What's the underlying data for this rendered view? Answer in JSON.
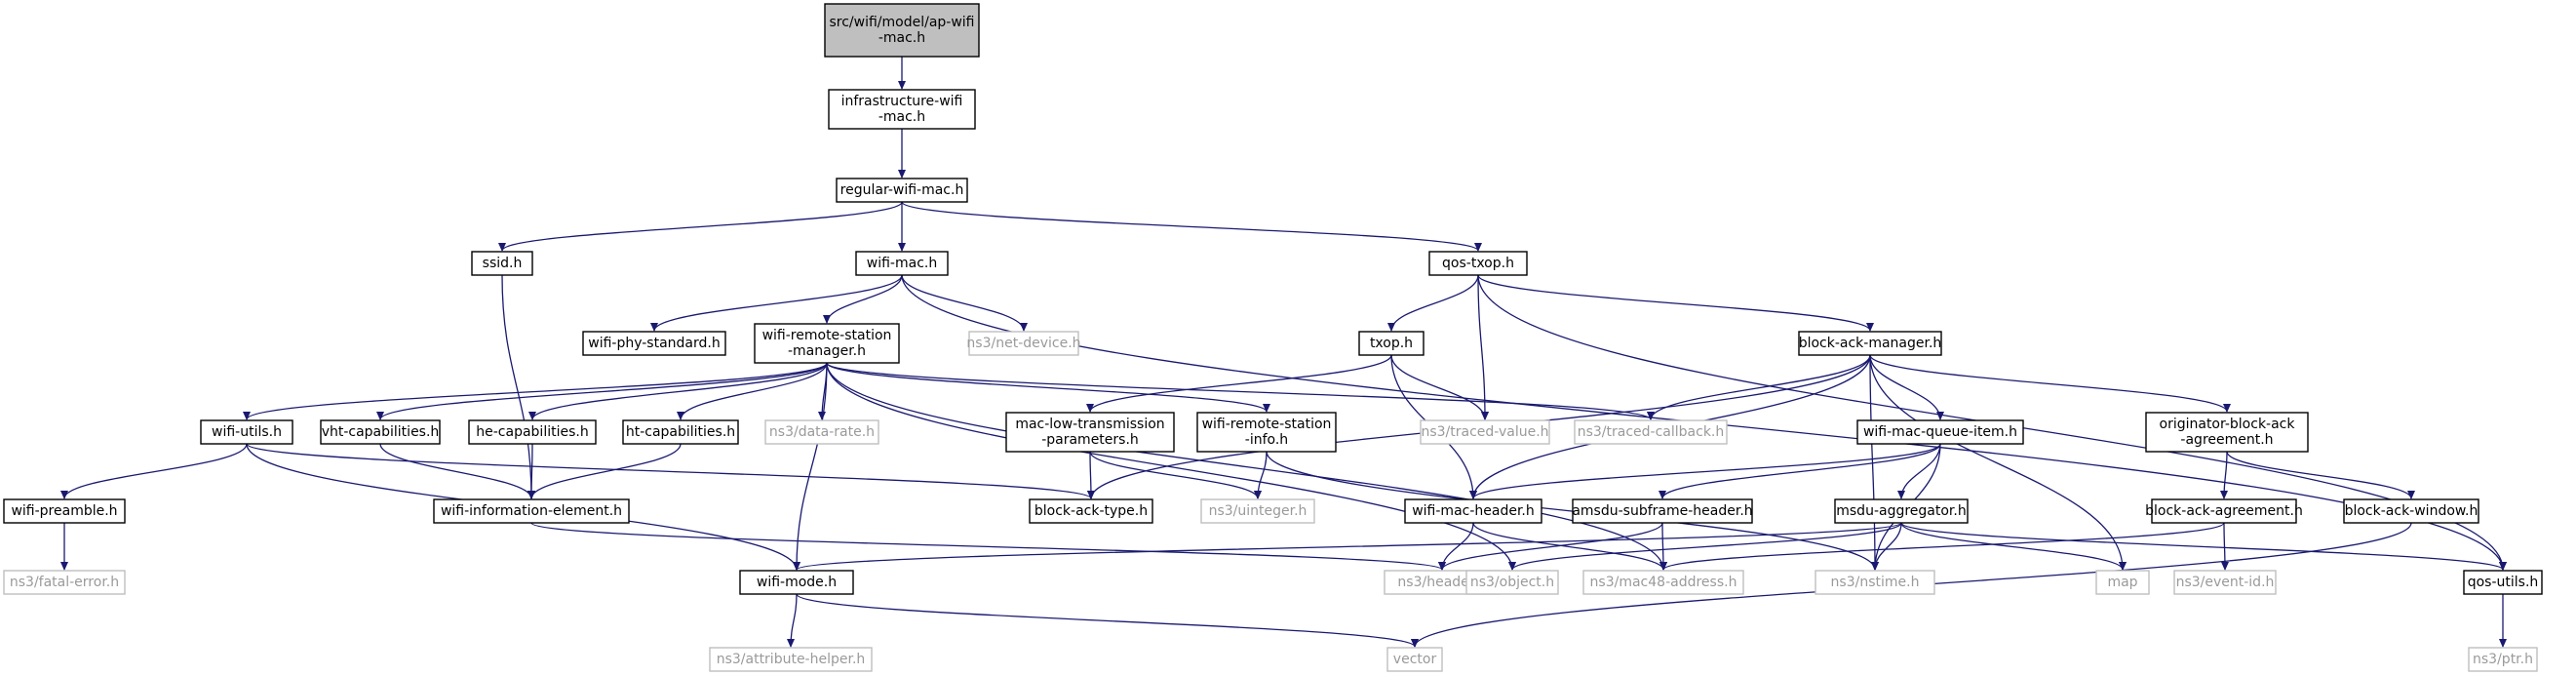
{
  "diagram": {
    "colors": {
      "edge": "#191970",
      "node_border": "#000000",
      "external_border": "#bfbfbf",
      "external_text": "#9a9a9a",
      "root_fill": "#bfbfbf",
      "text": "#000000"
    },
    "nodes": [
      {
        "id": "root",
        "lines": [
          "src/wifi/model/ap-wifi",
          "-mac.h"
        ],
        "kind": "root"
      },
      {
        "id": "infra",
        "lines": [
          "infrastructure-wifi",
          "-mac.h"
        ],
        "kind": "file"
      },
      {
        "id": "regular",
        "lines": [
          "regular-wifi-mac.h"
        ],
        "kind": "file"
      },
      {
        "id": "ssid",
        "lines": [
          "ssid.h"
        ],
        "kind": "file"
      },
      {
        "id": "wifimac",
        "lines": [
          "wifi-mac.h"
        ],
        "kind": "file"
      },
      {
        "id": "qostxop",
        "lines": [
          "qos-txop.h"
        ],
        "kind": "file"
      },
      {
        "id": "phystd",
        "lines": [
          "wifi-phy-standard.h"
        ],
        "kind": "file"
      },
      {
        "id": "remote",
        "lines": [
          "wifi-remote-station",
          "-manager.h"
        ],
        "kind": "file"
      },
      {
        "id": "netdev",
        "lines": [
          "ns3/net-device.h"
        ],
        "kind": "external"
      },
      {
        "id": "txop",
        "lines": [
          "txop.h"
        ],
        "kind": "file"
      },
      {
        "id": "bam",
        "lines": [
          "block-ack-manager.h"
        ],
        "kind": "file"
      },
      {
        "id": "utils",
        "lines": [
          "wifi-utils.h"
        ],
        "kind": "file"
      },
      {
        "id": "vht",
        "lines": [
          "vht-capabilities.h"
        ],
        "kind": "file"
      },
      {
        "id": "he",
        "lines": [
          "he-capabilities.h"
        ],
        "kind": "file"
      },
      {
        "id": "ht",
        "lines": [
          "ht-capabilities.h"
        ],
        "kind": "file"
      },
      {
        "id": "datarate",
        "lines": [
          "ns3/data-rate.h"
        ],
        "kind": "external"
      },
      {
        "id": "mlt",
        "lines": [
          "mac-low-transmission",
          "-parameters.h"
        ],
        "kind": "file"
      },
      {
        "id": "wrsi",
        "lines": [
          "wifi-remote-station",
          "-info.h"
        ],
        "kind": "file"
      },
      {
        "id": "tracedval",
        "lines": [
          "ns3/traced-value.h"
        ],
        "kind": "external"
      },
      {
        "id": "tracedcb",
        "lines": [
          "ns3/traced-callback.h"
        ],
        "kind": "external"
      },
      {
        "id": "wmqi",
        "lines": [
          "wifi-mac-queue-item.h"
        ],
        "kind": "file"
      },
      {
        "id": "oba",
        "lines": [
          "originator-block-ack",
          "-agreement.h"
        ],
        "kind": "file"
      },
      {
        "id": "preamble",
        "lines": [
          "wifi-preamble.h"
        ],
        "kind": "file"
      },
      {
        "id": "infoel",
        "lines": [
          "wifi-information-element.h"
        ],
        "kind": "file"
      },
      {
        "id": "bat",
        "lines": [
          "block-ack-type.h"
        ],
        "kind": "file"
      },
      {
        "id": "uint",
        "lines": [
          "ns3/uinteger.h"
        ],
        "kind": "external"
      },
      {
        "id": "machdr",
        "lines": [
          "wifi-mac-header.h"
        ],
        "kind": "file"
      },
      {
        "id": "amsdu",
        "lines": [
          "amsdu-subframe-header.h"
        ],
        "kind": "file"
      },
      {
        "id": "msdu",
        "lines": [
          "msdu-aggregator.h"
        ],
        "kind": "file"
      },
      {
        "id": "baa",
        "lines": [
          "block-ack-agreement.h"
        ],
        "kind": "file"
      },
      {
        "id": "baw",
        "lines": [
          "block-ack-window.h"
        ],
        "kind": "file"
      },
      {
        "id": "fatal",
        "lines": [
          "ns3/fatal-error.h"
        ],
        "kind": "external"
      },
      {
        "id": "mode",
        "lines": [
          "wifi-mode.h"
        ],
        "kind": "file"
      },
      {
        "id": "header",
        "lines": [
          "ns3/header.h"
        ],
        "kind": "external"
      },
      {
        "id": "object",
        "lines": [
          "ns3/object.h"
        ],
        "kind": "external"
      },
      {
        "id": "mac48",
        "lines": [
          "ns3/mac48-address.h"
        ],
        "kind": "external"
      },
      {
        "id": "nstime",
        "lines": [
          "ns3/nstime.h"
        ],
        "kind": "external"
      },
      {
        "id": "map",
        "lines": [
          "map"
        ],
        "kind": "external"
      },
      {
        "id": "eventid",
        "lines": [
          "ns3/event-id.h"
        ],
        "kind": "external"
      },
      {
        "id": "qosutils",
        "lines": [
          "qos-utils.h"
        ],
        "kind": "file"
      },
      {
        "id": "attr",
        "lines": [
          "ns3/attribute-helper.h"
        ],
        "kind": "external"
      },
      {
        "id": "vector",
        "lines": [
          "vector"
        ],
        "kind": "external"
      },
      {
        "id": "ptr",
        "lines": [
          "ns3/ptr.h"
        ],
        "kind": "external"
      }
    ],
    "edges": [
      [
        "root",
        "infra"
      ],
      [
        "infra",
        "regular"
      ],
      [
        "regular",
        "ssid"
      ],
      [
        "regular",
        "wifimac"
      ],
      [
        "regular",
        "qostxop"
      ],
      [
        "ssid",
        "infoel"
      ],
      [
        "wifimac",
        "phystd"
      ],
      [
        "wifimac",
        "remote"
      ],
      [
        "wifimac",
        "netdev"
      ],
      [
        "wifimac",
        "qosutils"
      ],
      [
        "qostxop",
        "txop"
      ],
      [
        "qostxop",
        "bam"
      ],
      [
        "qostxop",
        "tracedval"
      ],
      [
        "qostxop",
        "qosutils"
      ],
      [
        "remote",
        "utils"
      ],
      [
        "remote",
        "vht"
      ],
      [
        "remote",
        "he"
      ],
      [
        "remote",
        "ht"
      ],
      [
        "remote",
        "datarate"
      ],
      [
        "remote",
        "wrsi"
      ],
      [
        "remote",
        "tracedcb"
      ],
      [
        "remote",
        "mode"
      ],
      [
        "remote",
        "object"
      ],
      [
        "remote",
        "mac48"
      ],
      [
        "txop",
        "mlt"
      ],
      [
        "txop",
        "tracedval"
      ],
      [
        "txop",
        "machdr"
      ],
      [
        "bam",
        "tracedcb"
      ],
      [
        "bam",
        "wmqi"
      ],
      [
        "bam",
        "oba"
      ],
      [
        "bam",
        "bat"
      ],
      [
        "bam",
        "machdr"
      ],
      [
        "bam",
        "nstime"
      ],
      [
        "bam",
        "map"
      ],
      [
        "utils",
        "preamble"
      ],
      [
        "utils",
        "mode"
      ],
      [
        "utils",
        "bat"
      ],
      [
        "vht",
        "infoel"
      ],
      [
        "he",
        "infoel"
      ],
      [
        "ht",
        "infoel"
      ],
      [
        "mlt",
        "bat"
      ],
      [
        "mlt",
        "uint"
      ],
      [
        "wrsi",
        "uint"
      ],
      [
        "wrsi",
        "nstime"
      ],
      [
        "wmqi",
        "machdr"
      ],
      [
        "wmqi",
        "amsdu"
      ],
      [
        "wmqi",
        "msdu"
      ],
      [
        "wmqi",
        "nstime"
      ],
      [
        "oba",
        "baa"
      ],
      [
        "oba",
        "baw"
      ],
      [
        "preamble",
        "fatal"
      ],
      [
        "infoel",
        "header"
      ],
      [
        "machdr",
        "header"
      ],
      [
        "machdr",
        "mac48"
      ],
      [
        "amsdu",
        "header"
      ],
      [
        "amsdu",
        "mac48"
      ],
      [
        "msdu",
        "mode"
      ],
      [
        "msdu",
        "object"
      ],
      [
        "msdu",
        "nstime"
      ],
      [
        "msdu",
        "map"
      ],
      [
        "msdu",
        "qosutils"
      ],
      [
        "baa",
        "mac48"
      ],
      [
        "baa",
        "eventid"
      ],
      [
        "baw",
        "vector"
      ],
      [
        "mode",
        "attr"
      ],
      [
        "mode",
        "vector"
      ],
      [
        "qosutils",
        "ptr"
      ]
    ]
  }
}
